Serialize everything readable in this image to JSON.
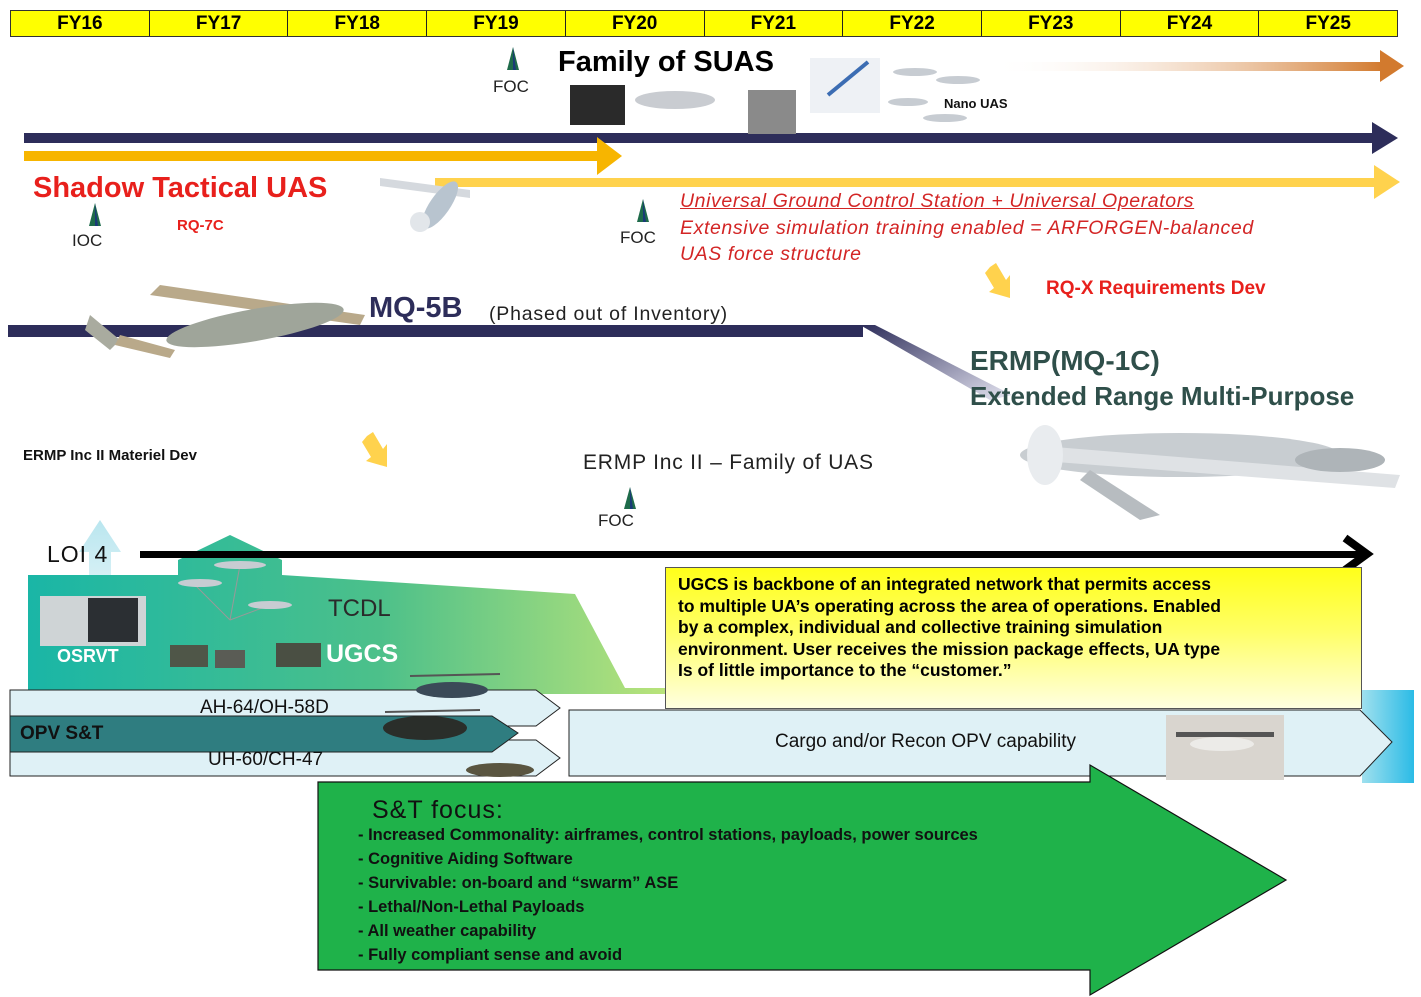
{
  "fiscal_years": [
    "FY16",
    "FY17",
    "FY18",
    "FY19",
    "FY20",
    "FY21",
    "FY22",
    "FY23",
    "FY24",
    "FY25"
  ],
  "suas": {
    "title": "Family of SUAS",
    "nano": "Nano UAS"
  },
  "milestones": {
    "foc": "FOC",
    "ioc": "IOC"
  },
  "shadow": {
    "title": "Shadow Tactical UAS",
    "model": "RQ-7C"
  },
  "ugc_lines": [
    "Universal Ground Control Station + Universal Operators",
    "Extensive simulation training enabled = ARFORGEN-balanced",
    "UAS force structure"
  ],
  "rqx": "RQ-X Requirements Dev",
  "mq5b": {
    "name": "MQ-5B",
    "note": "(Phased out of Inventory)"
  },
  "ermp": {
    "title": "ERMP(MQ-1C)",
    "subtitle": "Extended Range Multi-Purpose"
  },
  "ermp_inc2": {
    "materiel": "ERMP Inc II Materiel Dev",
    "family": "ERMP Inc II – Family of UAS"
  },
  "loi": "LOI 4",
  "network": {
    "tcdl": "TCDL",
    "ugcs": "UGCS",
    "osrvt": "OSRVT"
  },
  "ugcs_box": [
    "UGCS  is backbone of an integrated network that permits access",
    "to multiple UA’s operating across the area of operations.  Enabled",
    "by a complex, individual and collective training simulation",
    "environment.  User receives the mission package effects, UA type",
    "Is of little importance to the  “customer.”"
  ],
  "opv": {
    "label": "OPV S&T",
    "top": "AH-64/OH-58D",
    "bottom": "UH-60/CH-47",
    "cargo": "Cargo and/or Recon OPV capability"
  },
  "st_focus": {
    "title": "S&T focus:",
    "items": [
      "- Increased Commonality: airframes, control stations, payloads, power sources",
      "- Cognitive Aiding Software",
      "- Survivable: on-board and “swarm” ASE",
      "- Lethal/Non-Lethal Payloads",
      "- All weather capability",
      "- Fully compliant sense and avoid"
    ]
  },
  "colors": {
    "fy_bar": "#ffff00",
    "navy": "#2d2d5a",
    "yellow_arrow": "#f7b500",
    "light_yellow_arrow": "#ffd24d",
    "red_text": "#e8201c",
    "dark_green_text": "#2f4f4a",
    "green_arrow": "#1fb24a",
    "cyan": "#3cc4ea"
  }
}
